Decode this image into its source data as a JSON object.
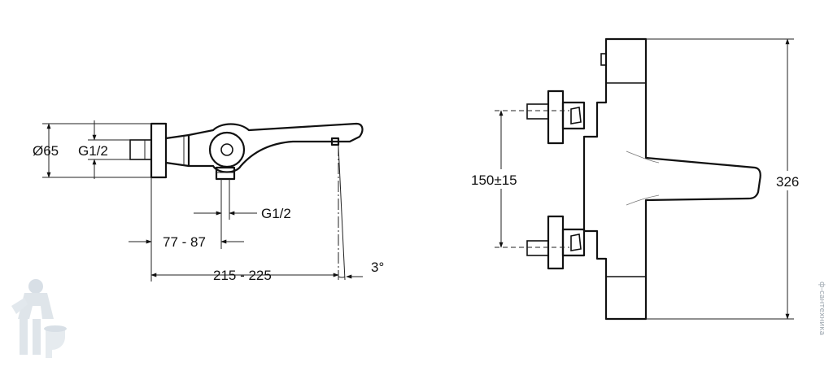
{
  "side_view": {
    "dim_body_diameter": "Ø65",
    "dim_inlet_thread": "G1/2",
    "dim_outlet_thread": "G1/2",
    "dim_outlet_offset": "77 - 87",
    "dim_spout_length": "215 - 225",
    "dim_spout_angle": "3°"
  },
  "front_view": {
    "dim_inlet_spacing": "150±15",
    "dim_total_height": "326"
  },
  "watermark": {
    "vertical_text": "ф-сантехника"
  }
}
